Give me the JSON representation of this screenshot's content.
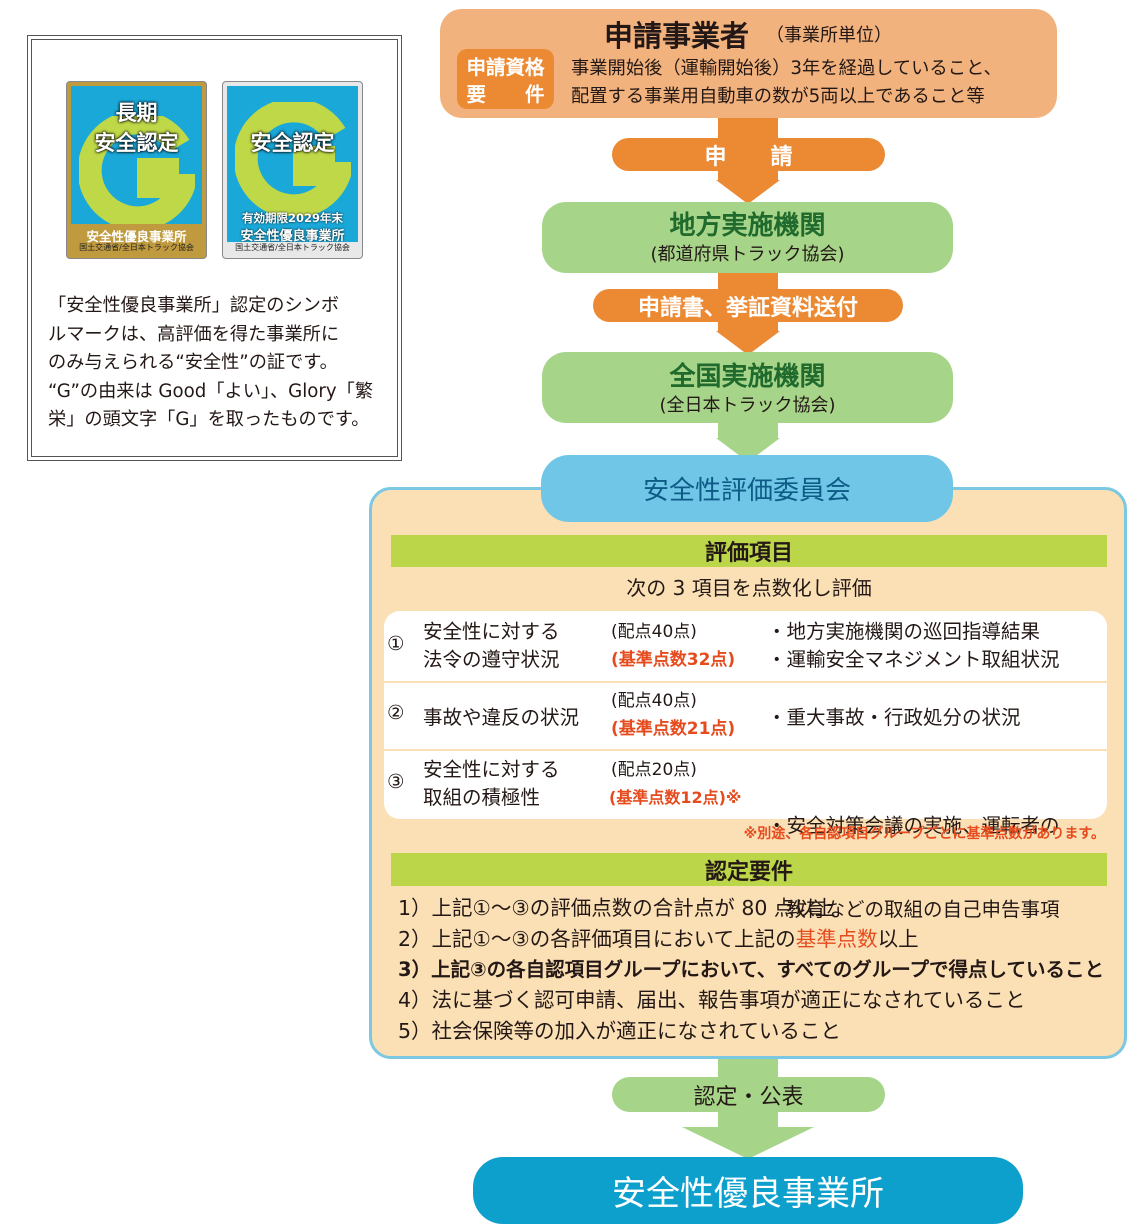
{
  "marks": [
    {
      "title1": "長期",
      "title2": "安全認定",
      "sub1": "",
      "sub2": "安全性優良事業所",
      "org": "国土交通省/全日本トラック協会",
      "bg": "#bf9a3e",
      "inner": "#1aa8d8",
      "g": "#bfd847"
    },
    {
      "title1": "",
      "title2": "安全認定",
      "sub1": "有効期限2029年末",
      "sub2": "安全性優良事業所",
      "org": "国土交通省/全日本トラック協会",
      "bg": "#1aa8d8",
      "inner": "#1aa8d8",
      "g": "#bfd847"
    }
  ],
  "description": {
    "line1": "「安全性優良事業所」認定のシンボ",
    "line2": "ルマークは、高評価を得た事業所に",
    "line3": "のみ与えられる“安全性”の証です。",
    "line4": "“G”の由来は Good「よい」、Glory「繁",
    "line5": "栄」の頭文字「G」を取ったものです。"
  },
  "applicant": {
    "title": "申請事業者",
    "unit": "（事業所単位）",
    "qual_label1": "申請資格",
    "qual_label2": "要　　件",
    "qual_text1": "事業開始後（運輸開始後）3年を経過していること、",
    "qual_text2": "配置する事業用自動車の数が5両以上であること等"
  },
  "step_apply": "申　　請",
  "regional": {
    "title": "地方実施機関",
    "sub": "(都道府県トラック協会)"
  },
  "step_send": "申請書、挙証資料送付",
  "national": {
    "title": "全国実施機関",
    "sub": "(全日本トラック協会)"
  },
  "committee": "安全性評価委員会",
  "evaluation": {
    "header": "評価項目",
    "intro": "次の 3 項目を点数化し評価",
    "items": [
      {
        "num": "①",
        "name1": "安全性に対する",
        "name2": "法令の遵守状況",
        "alloc": "(配点40点)",
        "base": "(基準点数32点)",
        "detail1": "・地方実施機関の巡回指導結果",
        "detail2": "・運輸安全マネジメント取組状況"
      },
      {
        "num": "②",
        "name1": "事故や違反の状況",
        "name2": "",
        "alloc": "(配点40点)",
        "base": "(基準点数21点)",
        "detail1": "・重大事故・行政処分の状況",
        "detail2": ""
      },
      {
        "num": "③",
        "name1": "安全性に対する",
        "name2": "取組の積極性",
        "alloc": "(配点20点)",
        "base": "(基準点数12点)※",
        "detail1": "・安全対策会議の実施、運転者の",
        "detail2": "　教育などの取組の自己申告事項"
      }
    ],
    "note": "※別途、各自認項目グループごとに基準点数があります。"
  },
  "requirements": {
    "header": "認定要件",
    "r1": "1）上記①～③の評価点数の合計点が 80 点以上",
    "r2a": "2）上記①～③の各評価項目において上記の",
    "r2b": "基準点数",
    "r2c": "以上",
    "r3": "3）上記③の各自認項目グループにおいて、すべてのグループで得点していること",
    "r4": "4）法に基づく認可申請、届出、報告事項が適正になされていること",
    "r5": "5）社会保険等の加入が適正になされていること"
  },
  "step_certify": "認定・公表",
  "result": "安全性優良事業所"
}
